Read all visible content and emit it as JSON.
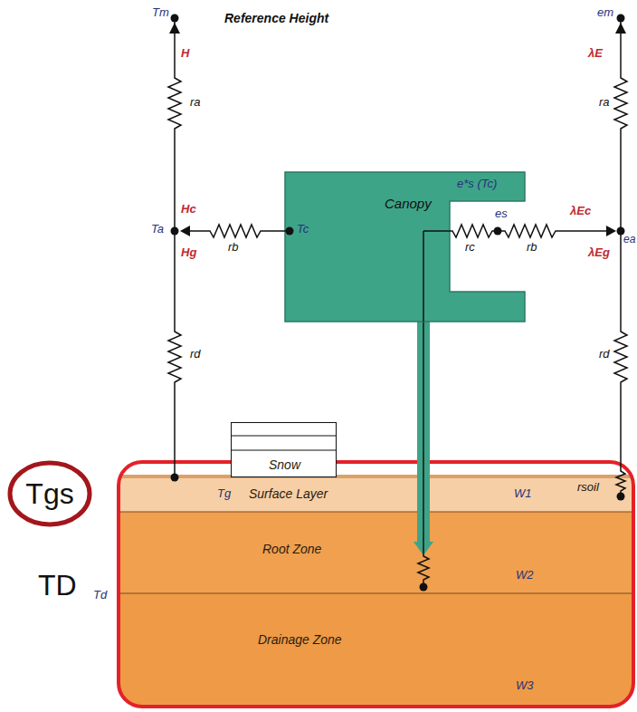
{
  "diagram": {
    "nodes": [
      {
        "text": [
          "Canopy",
          "Tc",
          "e*s (Tc)"
        ]
      },
      {
        "text": [
          "Snow"
        ]
      },
      {
        "text": [
          "Tgs"
        ]
      },
      {
        "text": [
          "Tg",
          "Surface Layer",
          "W1"
        ]
      },
      {
        "text": [
          "Root Zone",
          "W2"
        ]
      },
      {
        "text": [
          "Drainage Zone",
          "W3"
        ]
      }
    ],
    "edges": [
      {
        "from": 0,
        "to": 4,
        "arrow": "none"
      }
    ],
    "labels": [
      "Reference Height",
      "Tm",
      "H",
      "ra",
      "Ta",
      "Hc",
      "rb",
      "Hg",
      "rd",
      "em",
      "λE",
      "ra",
      "es",
      "rc",
      "rb",
      "λEc",
      "ea",
      "λEg",
      "rd",
      "rsoil",
      "Td",
      "TD"
    ]
  }
}
